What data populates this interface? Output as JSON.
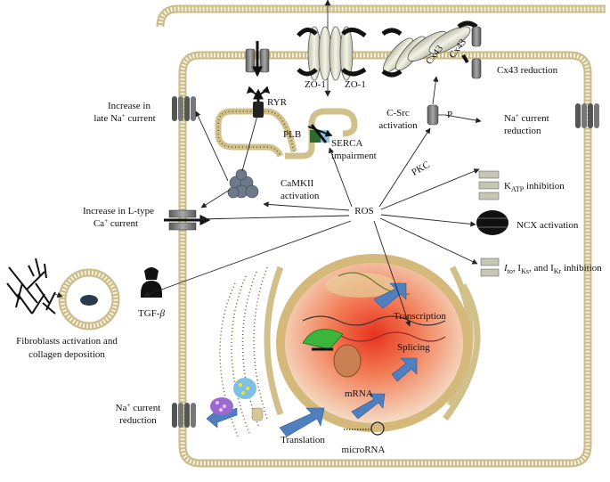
{
  "labels": {
    "zo1_left": "ZO-1",
    "zo1_right": "ZO-1",
    "ryr": "RYR",
    "plb": "PLB",
    "serca_line1": "SERCA",
    "serca_line2": "impairment",
    "late_na_line1": "Increase in",
    "late_na_line2": "late Na",
    "late_na_sup": "+",
    "late_na_line2_end": " current",
    "camkii_line1": "CaMKII",
    "camkii_line2": "activation",
    "ltype_line1": "Increase in L-type",
    "ltype_line2": "Ca",
    "ltype_sup": "+",
    "ltype_line2_end": " current",
    "ros": "ROS",
    "csrc_line1": "C-Src",
    "csrc_line2": "activation",
    "p_label": "P",
    "pkc": "PKC",
    "cx43_a": "Cx43",
    "cx43_b": "Cx43",
    "cx43_reduction": "Cx43 reduction",
    "na_current_right_line1": "Na",
    "na_current_right_sup": "+",
    "na_current_right_line1_end": " current",
    "na_current_right_line2": "reduction",
    "katp_main": "K",
    "katp_sub": "ATP",
    "katp_end": " inhibition",
    "ncx": "NCX activation",
    "ik_ito": "I",
    "ik_ito_sub": "to",
    "ik_comma1": ", I",
    "ik_ks_sub": "Ks",
    "ik_and": ", and I",
    "ik_kr_sub": "Kr",
    "ik_end": " inhibition",
    "tgf": "TGF-",
    "tgf_beta": "β",
    "fibro_line1": "Fibroblasts activation and",
    "fibro_line2": "collagen deposition",
    "transcription": "Transcription",
    "splicing": "Splicing",
    "mrna": "mRNA",
    "mirna": "microRNA",
    "translation": "Translation",
    "na_current_left_line1": "Na",
    "na_current_left_sup": "+",
    "na_current_left_line1_end": " current",
    "na_current_left_line2": "reduction"
  },
  "colors": {
    "membrane": "#c9bb8a",
    "channel_grey": "#7d7d7d",
    "nucleus_red": "#e8321e",
    "nucleus_fill": "#f4dcc4",
    "blue_arrow": "#4f7fbf",
    "ribosome_green": "#3cb53c"
  }
}
